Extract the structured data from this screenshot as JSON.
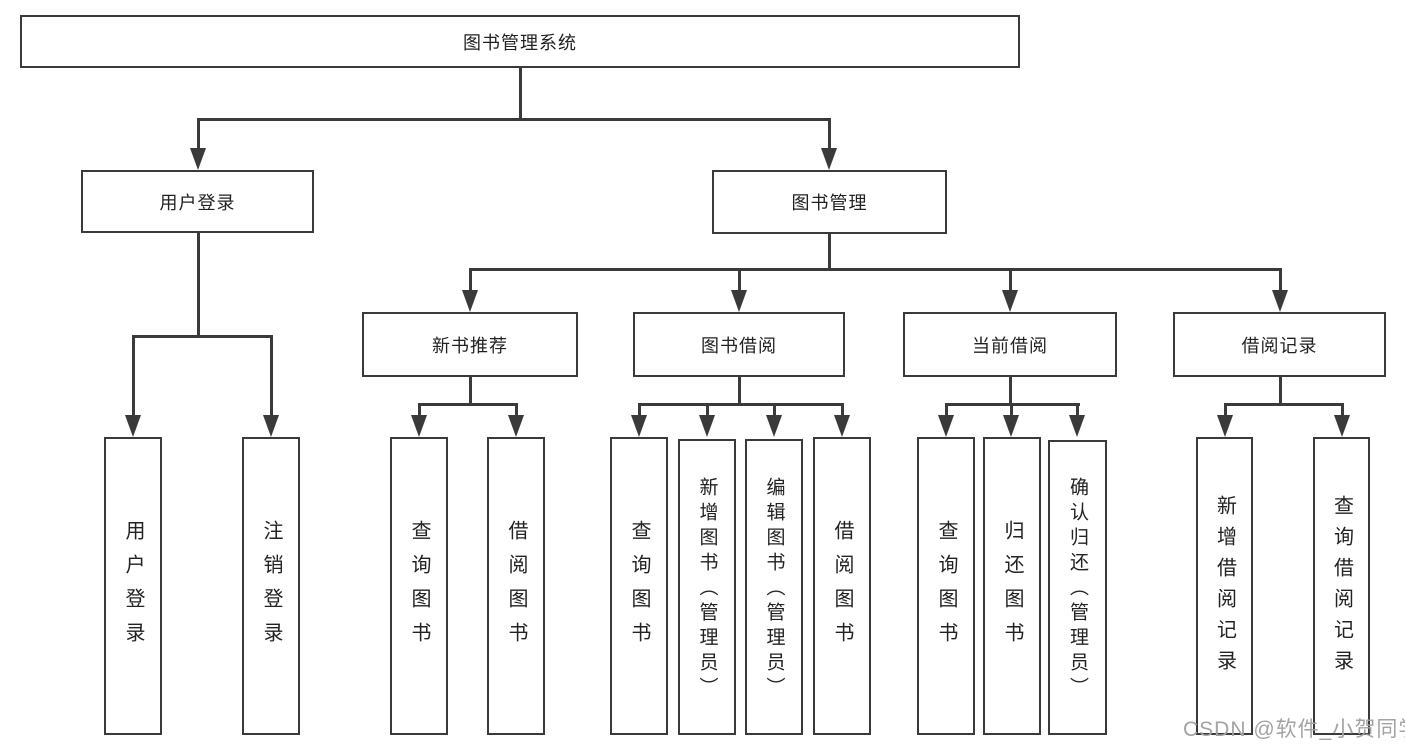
{
  "colors": {
    "line": "#3a3a3a",
    "box_border": "#3a3a3a",
    "text": "#222222",
    "background": "#ffffff",
    "watermark_text_color": "#a3a3a3"
  },
  "diagram": {
    "root": {
      "label": "图书管理系统"
    },
    "branches": [
      {
        "label": "用户登录",
        "children": [
          {
            "label": "用户登录"
          },
          {
            "label": "注销登录"
          }
        ]
      },
      {
        "label": "图书管理",
        "children": [
          {
            "label": "新书推荐",
            "children": [
              {
                "label": "查询图书"
              },
              {
                "label": "借阅图书"
              }
            ]
          },
          {
            "label": "图书借阅",
            "children": [
              {
                "label": "查询图书"
              },
              {
                "label": "新增图书（管理员）"
              },
              {
                "label": "编辑图书（管理员）"
              },
              {
                "label": "借阅图书"
              }
            ]
          },
          {
            "label": "当前借阅",
            "children": [
              {
                "label": "查询图书"
              },
              {
                "label": "归还图书"
              },
              {
                "label": "确认归还（管理员）"
              }
            ]
          },
          {
            "label": "借阅记录",
            "children": [
              {
                "label": "新增借阅记录"
              },
              {
                "label": "查询借阅记录"
              }
            ]
          }
        ]
      }
    ]
  },
  "watermark": {
    "text": "CSDN @软件_小贺同学"
  }
}
